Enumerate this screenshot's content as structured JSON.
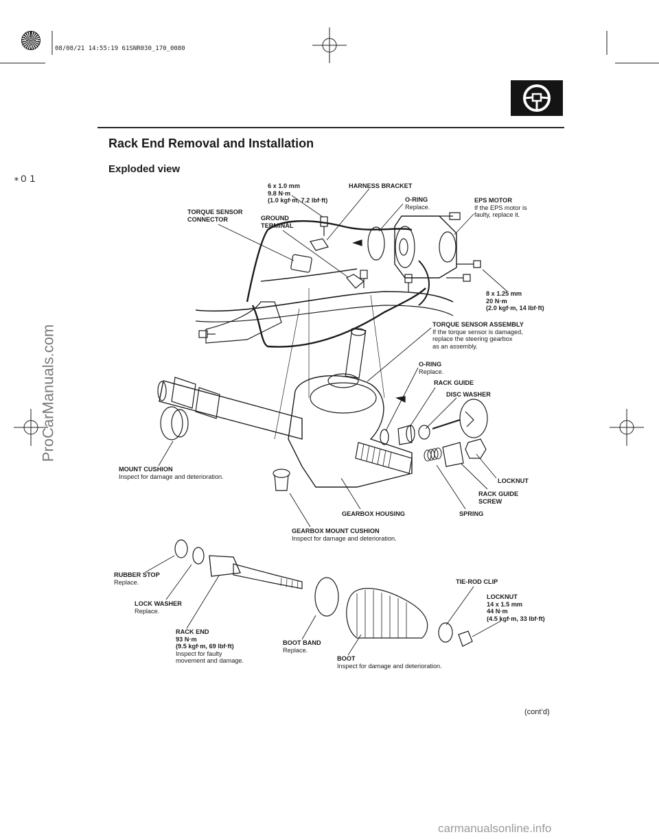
{
  "header": {
    "stamp": "08/08/21 14:55:19 61SNR030_170_0080",
    "marker": "∗０１",
    "section_icon": "steering-wheel-icon"
  },
  "page": {
    "title": "Rack End Removal and Installation",
    "subtitle": "Exploded view",
    "contd": "(cont’d)"
  },
  "labels": {
    "bolt_6mm": {
      "lines": [
        "6 x 1.0 mm",
        "9.8 N·m",
        "(1.0 kgf·m, 7.2 lbf·ft)"
      ]
    },
    "harness_bracket": {
      "lines": [
        "HARNESS BRACKET"
      ]
    },
    "oring_top": {
      "head": "O-RING",
      "note": "Replace."
    },
    "eps_motor": {
      "head": "EPS MOTOR",
      "note": [
        "If the EPS motor is",
        "faulty, replace it."
      ]
    },
    "torque_sensor_connector": {
      "lines": [
        "TORQUE SENSOR",
        "CONNECTOR"
      ]
    },
    "ground_terminal": {
      "lines": [
        "GROUND",
        "TERMINAL"
      ]
    },
    "bolt_8mm": {
      "lines": [
        "8 x 1.25 mm",
        "20 N·m",
        "(2.0 kgf·m, 14 lbf·ft)"
      ]
    },
    "torque_sensor_assembly": {
      "head": "TORQUE SENSOR ASSEMBLY",
      "note": [
        "If the torque sensor is damaged,",
        "replace the steering gearbox",
        "as an assembly."
      ]
    },
    "oring_mid": {
      "head": "O-RING",
      "note": "Replace."
    },
    "rack_guide": {
      "lines": [
        "RACK GUIDE"
      ]
    },
    "disc_washer": {
      "lines": [
        "DISC WASHER"
      ]
    },
    "mount_cushion": {
      "head": "MOUNT CUSHION",
      "note": "Inspect for damage and deterioration."
    },
    "locknut_mid": {
      "lines": [
        "LOCKNUT"
      ]
    },
    "rack_guide_screw": {
      "lines": [
        "RACK GUIDE",
        "SCREW"
      ]
    },
    "gearbox_housing": {
      "lines": [
        "GEARBOX HOUSING"
      ]
    },
    "spring": {
      "lines": [
        "SPRING"
      ]
    },
    "gearbox_mount_cushion": {
      "head": "GEARBOX MOUNT CUSHION",
      "note": "Inspect for damage and deterioration."
    },
    "rubber_stop": {
      "head": "RUBBER STOP",
      "note": "Replace."
    },
    "tie_rod_clip": {
      "lines": [
        "TIE-ROD CLIP"
      ]
    },
    "locknut_bottom": {
      "lines": [
        "LOCKNUT",
        "14 x 1.5 mm",
        "44 N·m",
        "(4.5 kgf·m, 33 lbf·ft)"
      ]
    },
    "lock_washer": {
      "head": "LOCK WASHER",
      "note": "Replace."
    },
    "rack_end": {
      "lines": [
        "RACK END",
        "93 N·m",
        "(9.5 kgf·m, 69 lbf·ft)"
      ],
      "note": [
        "Inspect for faulty",
        "movement and damage."
      ]
    },
    "boot_band": {
      "head": "BOOT BAND",
      "note": "Replace."
    },
    "boot": {
      "head": "BOOT",
      "note": "Inspect for damage and deterioration."
    }
  },
  "watermarks": {
    "side": "ProCarManuals.com",
    "footer": "carmanualsonline.info"
  }
}
